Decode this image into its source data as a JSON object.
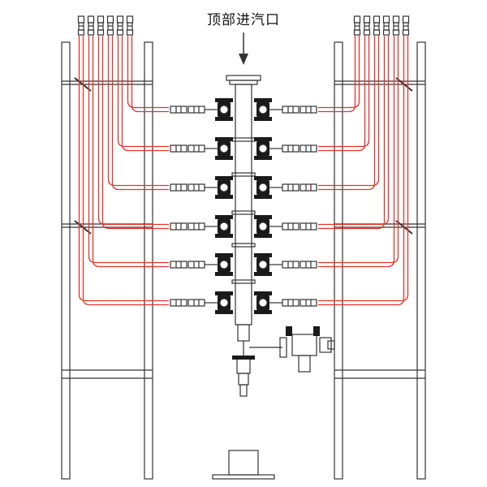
{
  "diagram": {
    "inlet_label": "顶部进汽口",
    "colors": {
      "line": "#333333",
      "pipe": "#e63228",
      "background": "#ffffff",
      "valve_fill": "#1a1a1a"
    },
    "branch_count": 6,
    "tubes_per_side": 6
  }
}
